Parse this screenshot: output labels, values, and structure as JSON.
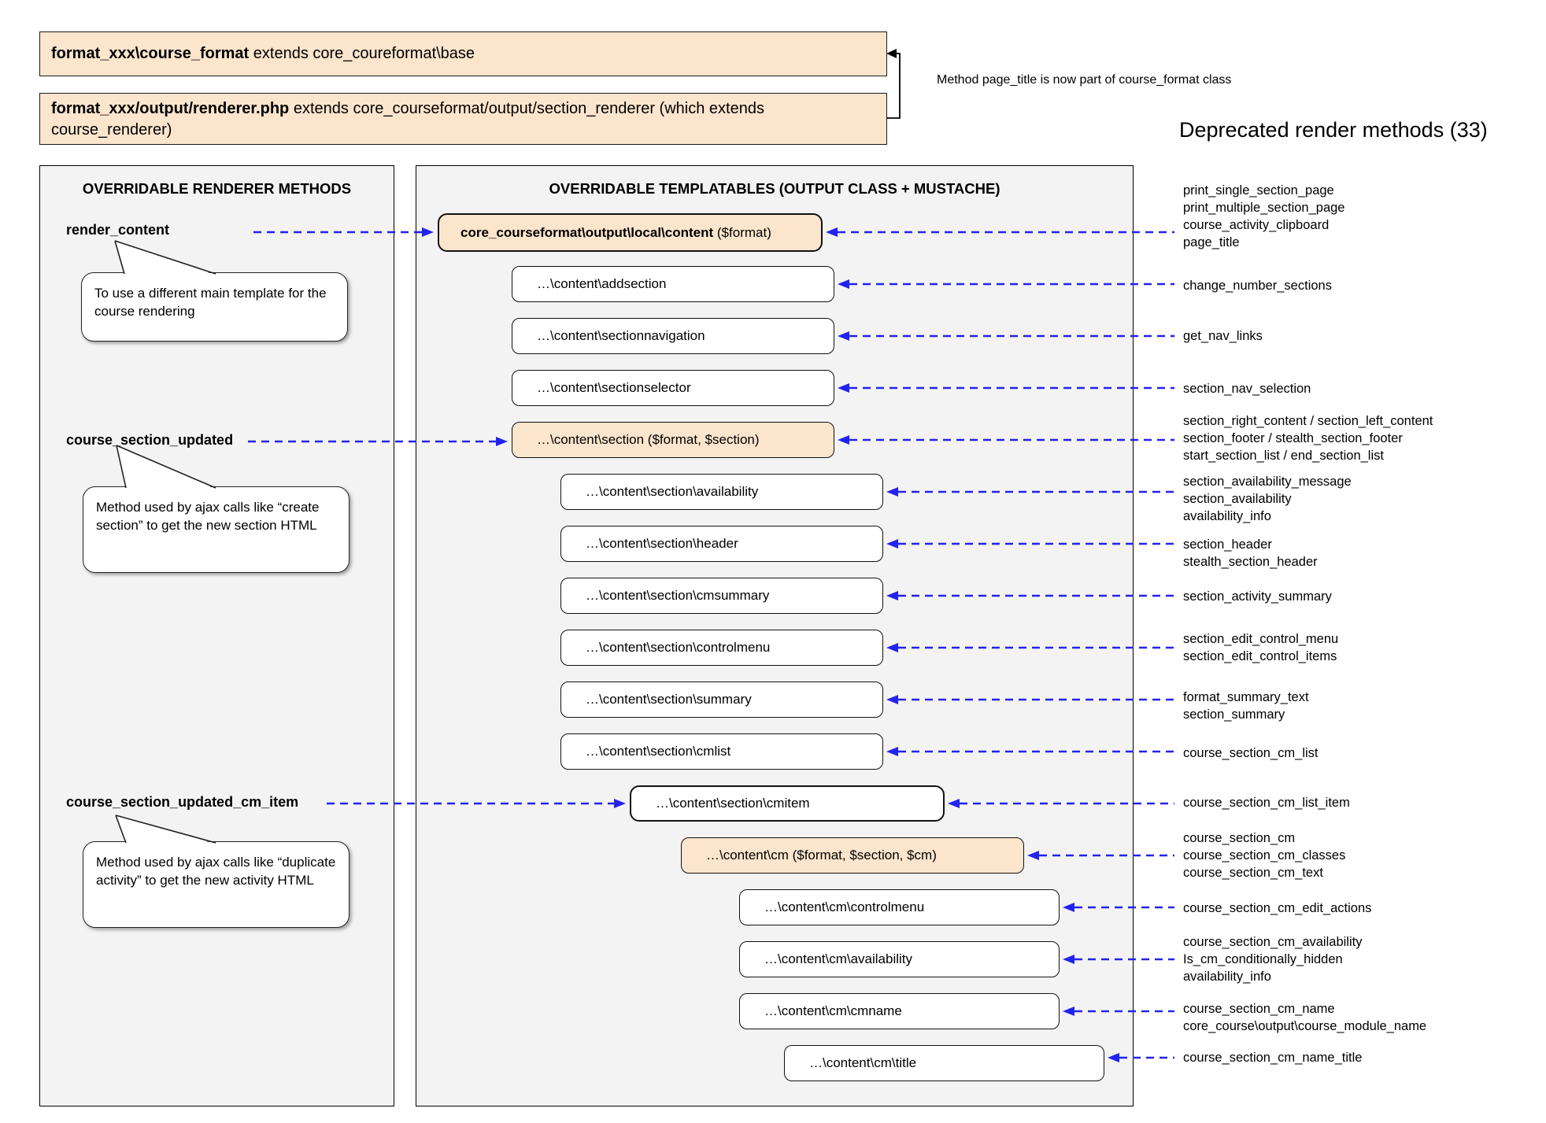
{
  "colors": {
    "accent_blue": "#2323ee",
    "box_orange": "#fce5cd",
    "panel_gray": "#f3f3f3"
  },
  "header": {
    "box1_bold": "format_xxx\\course_format",
    "box1_rest": " extends core_coureformat\\base",
    "box2_bold": "format_xxx/output/renderer.php",
    "box2_rest": " extends core_courseformat/output/section_renderer (which extends course_renderer)",
    "note": "Method page_title is now part of course_format class",
    "deprecated_title": "Deprecated render methods (33)"
  },
  "left_panel": {
    "title": "OVERRIDABLE RENDERER METHODS",
    "methods": [
      {
        "label": "render_content",
        "callout": "To use a different main template for the course rendering"
      },
      {
        "label": "course_section_updated",
        "callout": "Method used by ajax calls like “create section” to get the new section HTML"
      },
      {
        "label": "course_section_updated_cm_item",
        "callout": "Method used by ajax calls like “duplicate activity” to get the new activity HTML"
      }
    ]
  },
  "middle_panel": {
    "title": "OVERRIDABLE TEMPLATABLES (OUTPUT CLASS + MUSTACHE)",
    "boxes": [
      {
        "bold": "core_courseformat\\output\\local\\content",
        "rest": " ($format)"
      },
      {
        "label": "…\\content\\addsection"
      },
      {
        "label": "…\\content\\sectionnavigation"
      },
      {
        "label": "…\\content\\sectionselector"
      },
      {
        "label": "…\\content\\section ($format, $section)"
      },
      {
        "label": "…\\content\\section\\availability"
      },
      {
        "label": "…\\content\\section\\header"
      },
      {
        "label": "…\\content\\section\\cmsummary"
      },
      {
        "label": "…\\content\\section\\controlmenu"
      },
      {
        "label": "…\\content\\section\\summary"
      },
      {
        "label": "…\\content\\section\\cmlist"
      },
      {
        "label": "…\\content\\section\\cmitem"
      },
      {
        "label": "…\\content\\cm ($format, $section, $cm)"
      },
      {
        "label": "…\\content\\cm\\controlmenu"
      },
      {
        "label": "…\\content\\cm\\availability"
      },
      {
        "label": "…\\content\\cm\\cmname"
      },
      {
        "label": "…\\content\\cm\\title"
      }
    ]
  },
  "deprecated": {
    "groups": [
      {
        "lines": [
          "print_single_section_page",
          "print_multiple_section_page",
          "course_activity_clipboard",
          "page_title"
        ]
      },
      {
        "lines": [
          "change_number_sections"
        ]
      },
      {
        "lines": [
          "get_nav_links"
        ]
      },
      {
        "lines": [
          "section_nav_selection"
        ]
      },
      {
        "lines": [
          "section_right_content / section_left_content",
          "section_footer / stealth_section_footer",
          "start_section_list / end_section_list"
        ]
      },
      {
        "lines": [
          "section_availability_message",
          "section_availability",
          "availability_info"
        ]
      },
      {
        "lines": [
          "section_header",
          "stealth_section_header"
        ]
      },
      {
        "lines": [
          "section_activity_summary"
        ]
      },
      {
        "lines": [
          "section_edit_control_menu",
          "section_edit_control_items"
        ]
      },
      {
        "lines": [
          "format_summary_text",
          "section_summary"
        ]
      },
      {
        "lines": [
          "course_section_cm_list"
        ]
      },
      {
        "lines": [
          "course_section_cm_list_item"
        ]
      },
      {
        "lines": [
          "course_section_cm",
          "course_section_cm_classes",
          "course_section_cm_text"
        ]
      },
      {
        "lines": [
          "course_section_cm_edit_actions"
        ]
      },
      {
        "lines": [
          "course_section_cm_availability",
          "Is_cm_conditionally_hidden",
          "availability_info"
        ]
      },
      {
        "lines": [
          "course_section_cm_name",
          "core_course\\output\\course_module_name"
        ]
      },
      {
        "lines": [
          "course_section_cm_name_title"
        ]
      }
    ]
  }
}
